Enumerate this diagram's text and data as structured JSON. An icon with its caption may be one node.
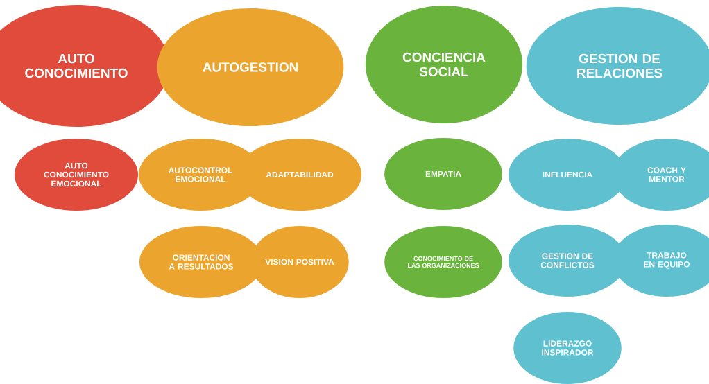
{
  "diagram": {
    "nodes": [
      {
        "text": [
          "AUTO CONOCIMIENTO"
        ]
      },
      {
        "text": [
          "AUTOGESTION"
        ]
      },
      {
        "text": [
          "CONCIENCIA SOCIAL"
        ]
      },
      {
        "text": [
          "GESTION DE RELACIONES"
        ]
      },
      {
        "text": [
          "AUTO CONOCIMIENTO EMOCIONAL"
        ]
      },
      {
        "text": [
          "AUTOCONTROL EMOCIONAL"
        ]
      },
      {
        "text": [
          "ADAPTABILIDAD"
        ]
      },
      {
        "text": [
          "ORIENTACION A RESULTADOS"
        ]
      },
      {
        "text": [
          "VISION POSITIVA"
        ]
      },
      {
        "text": [
          "EMPATIA"
        ]
      },
      {
        "text": [
          "CONOCIMIENTO DE LAS ORGANIZACIONES"
        ]
      },
      {
        "text": [
          "INFLUENCIA"
        ]
      },
      {
        "text": [
          "COACH Y MENTOR"
        ]
      },
      {
        "text": [
          "GESTION DE CONFLICTOS"
        ]
      },
      {
        "text": [
          "TRABAJO EN EQUIPO"
        ]
      },
      {
        "text": [
          "LIDERAZGO INSPIRADOR"
        ]
      }
    ]
  }
}
